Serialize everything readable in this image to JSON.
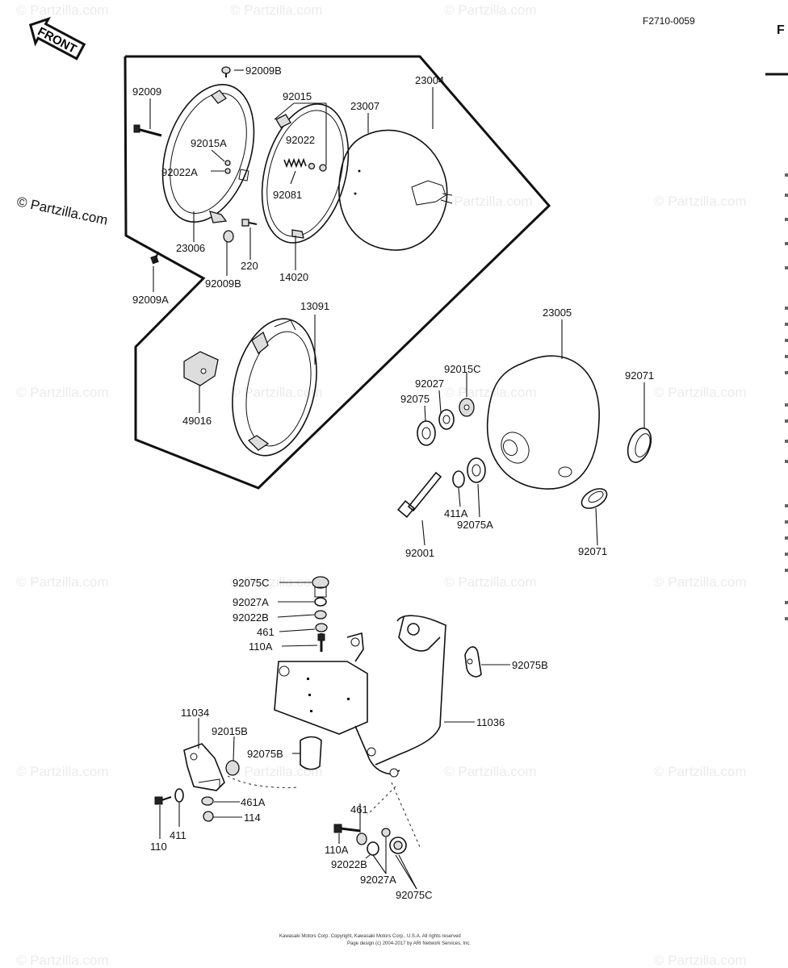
{
  "figure_code": "F2710-0059",
  "front_arrow_text": "FRONT",
  "watermark_text": "© Partzilla.com",
  "edge_chars": "F I",
  "footer": {
    "line1": "Kawasaki Motors Corp. Copyright, Kawasaki Motors Corp., U.S.A. All rights reserved",
    "line2": "Page design (c) 2004-2017 by ARI Network Services, Inc."
  },
  "callouts": {
    "p92009B_top": "92009B",
    "p92009": "92009",
    "p92015": "92015",
    "p23004": "23004",
    "p23007": "23007",
    "p92015A": "92015A",
    "p92022": "92022",
    "p92022A": "92022A",
    "p92081": "92081",
    "p23006": "23006",
    "p220": "220",
    "p14020": "14020",
    "p92009B_bottom": "92009B",
    "p92009A": "92009A",
    "p13091": "13091",
    "p49016": "49016",
    "p23005": "23005",
    "p92015C": "92015C",
    "p92027": "92027",
    "p92075": "92075",
    "p92071_top": "92071",
    "p411A": "411A",
    "p92075A": "92075A",
    "p92001": "92001",
    "p92071_bottom": "92071",
    "p92075C_top": "92075C",
    "p92027A_top": "92027A",
    "p92022B_top": "92022B",
    "p461_top": "461",
    "p110A_top": "110A",
    "p92075B_right": "92075B",
    "p11036": "11036",
    "p11034": "11034",
    "p92015B": "92015B",
    "p92075B_mid": "92075B",
    "p461A": "461A",
    "p114": "114",
    "p411": "411",
    "p110": "110",
    "p461_bottom": "461",
    "p110A_bottom": "110A",
    "p92022B_bottom": "92022B",
    "p92027A_bottom": "92027A",
    "p92075C_bottom": "92075C"
  }
}
